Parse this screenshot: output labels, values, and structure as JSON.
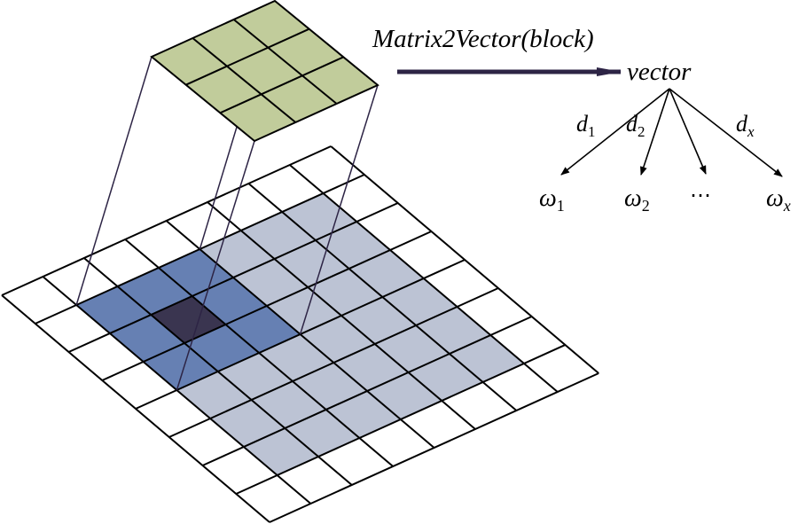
{
  "title": "Matrix2Vector(block)",
  "vector_label": "vector",
  "edges": [
    {
      "d": "d",
      "d_sub": "1",
      "w": "ω",
      "w_sub": "1"
    },
    {
      "d": "d",
      "d_sub": "2",
      "w": "ω",
      "w_sub": "2"
    },
    {
      "d": "",
      "d_sub": "",
      "w": "⋯",
      "w_sub": ""
    },
    {
      "d": "d",
      "d_sub": "x",
      "w": "ω",
      "w_sub": "x"
    }
  ],
  "grid": {
    "size": 8,
    "window_start": 1,
    "window_size": 3,
    "region_start": 1,
    "region_size": 6
  },
  "block": {
    "size": 3
  },
  "colors": {
    "window": "#6680b3",
    "center": "#3a3550",
    "region": "#bcc3d4",
    "block": "#c1cc9b",
    "projection": "#2d2445"
  }
}
